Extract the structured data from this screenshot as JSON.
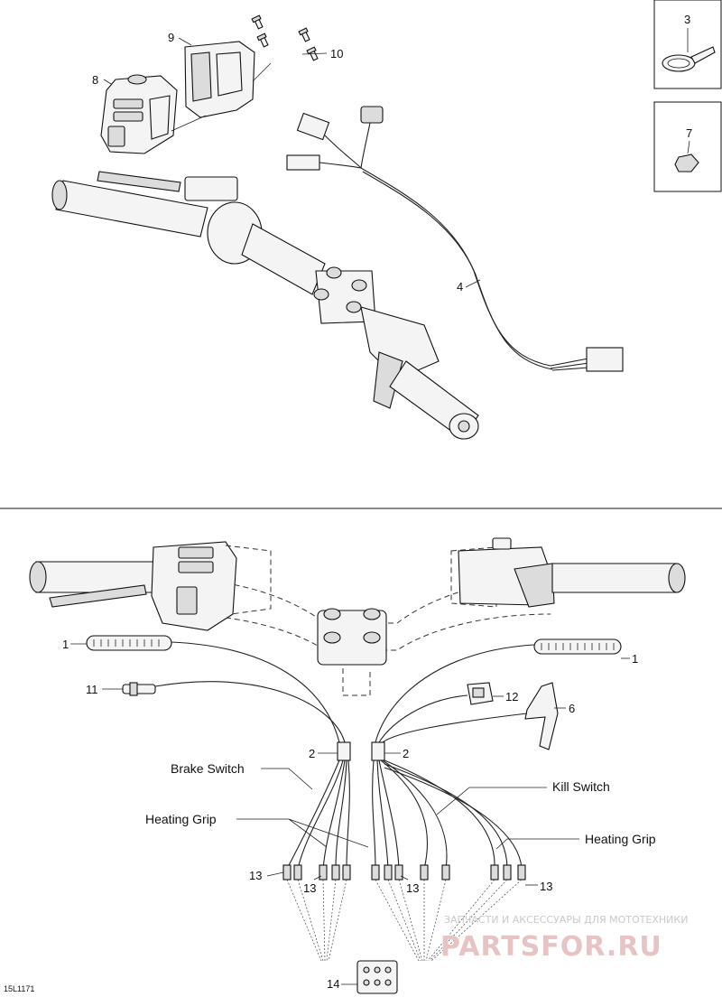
{
  "callouts": {
    "c3": "3",
    "c7": "7",
    "c9": "9",
    "c10": "10",
    "c8": "8",
    "c4": "4",
    "c1_left": "1",
    "c1_right": "1",
    "c11": "11",
    "c12": "12",
    "c6": "6",
    "c2_left": "2",
    "c2_right": "2",
    "c13_a": "13",
    "c13_b": "13",
    "c13_c": "13",
    "c13_d": "13",
    "c14": "14"
  },
  "labels": {
    "brake_switch": "Brake Switch",
    "heating_grip_left": "Heating Grip",
    "kill_switch": "Kill Switch",
    "heating_grip_right": "Heating Grip"
  },
  "drawing_code": "15L1171",
  "watermark": {
    "top_text": "ЗАПЧАСТИ И АКСЕССУАРЫ ДЛЯ МОТОТЕХНИКИ",
    "brand_text": "PARTSFOR.RU"
  }
}
